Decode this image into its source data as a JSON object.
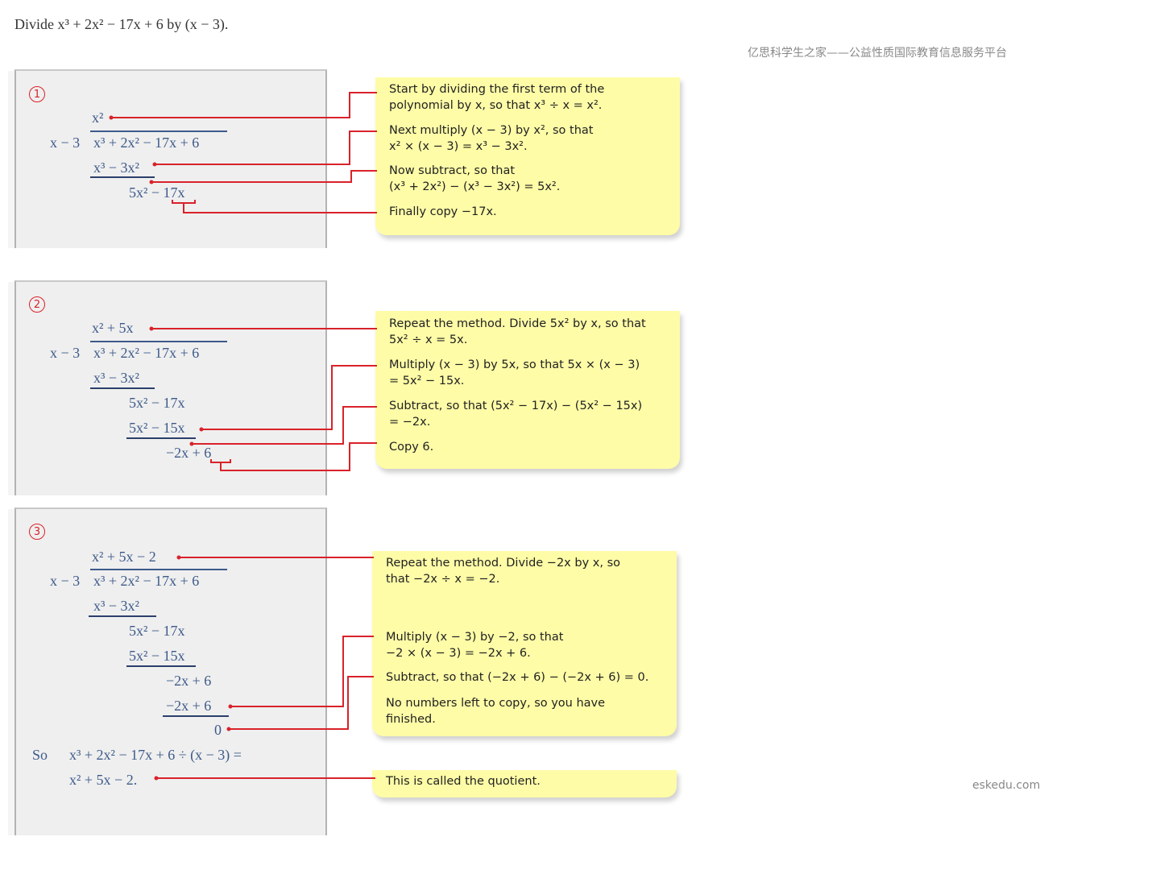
{
  "problem": "Divide x³ + 2x² − 17x + 6 by (x − 3).",
  "watermark_top": "亿思科学生之家——公益性质国际教育信息服务平台",
  "watermark_bottom": "eskedu.com",
  "step1": {
    "number": "1",
    "quotient": "x²",
    "divisor": "x − 3",
    "dividend": "x³ + 2x² − 17x + 6",
    "row1": "x³ − 3x²",
    "row2": "5x² − 17x",
    "notes": [
      "Start by dividing the first term of the\npolynomial by x, so that x³ ÷ x = x².",
      "Next multiply (x − 3) by x², so that\nx² × (x − 3) = x³ − 3x².",
      "Now subtract, so that\n(x³ + 2x²) − (x³ − 3x²) = 5x².",
      "Finally copy −17x."
    ]
  },
  "step2": {
    "number": "2",
    "quotient": "x² + 5x",
    "divisor": "x − 3",
    "dividend": "x³ + 2x² − 17x + 6",
    "row1": "x³ − 3x²",
    "row2": "5x² − 17x",
    "row3": "5x² − 15x",
    "row4": "−2x + 6",
    "notes": [
      "Repeat the method. Divide 5x² by x, so that\n5x² ÷ x = 5x.",
      "Multiply (x − 3) by 5x, so that 5x × (x − 3)\n= 5x² − 15x.",
      "Subtract, so that (5x² − 17x) − (5x² − 15x)\n= −2x.",
      "Copy 6."
    ]
  },
  "step3": {
    "number": "3",
    "quotient": "x² + 5x − 2",
    "divisor": "x − 3",
    "dividend": "x³ + 2x² − 17x + 6",
    "row1": "x³ − 3x²",
    "row2": "5x² − 17x",
    "row3": "5x² − 15x",
    "row4": "−2x + 6",
    "row5": "−2x + 6",
    "row6": "0",
    "so_label": "So",
    "so_line1": "x³ + 2x² − 17x + 6 ÷ (x − 3) =",
    "so_line2": "x² + 5x − 2.",
    "notes": [
      "Repeat the method. Divide −2x by x, so\nthat −2x ÷ x = −2.",
      "Multiply (x − 3) by −2, so that\n−2 × (x − 3) = −2x + 6.",
      "Subtract, so that (−2x + 6) − (−2x + 6) = 0.",
      "No numbers left to copy, so you have\nfinished."
    ],
    "quotient_note": "This is called the quotient."
  }
}
